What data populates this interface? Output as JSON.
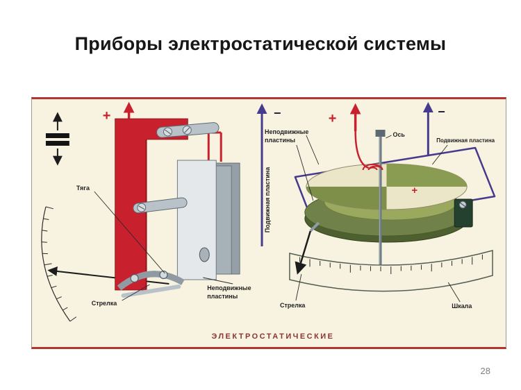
{
  "slide": {
    "title": "Приборы электростатической системы",
    "page_number": "28"
  },
  "figure": {
    "caption": "ЭЛЕКТРОСТАТИЧЕСКИЕ",
    "signs": {
      "plus": "+",
      "minus": "−"
    },
    "left": {
      "tyaga": "Тяга",
      "strelka": "Стрелка",
      "fixed_line1": "Неподвижные",
      "fixed_line2": "пластины",
      "movable_vertical": "Подвижная пластина"
    },
    "right": {
      "fixed_line1": "Неподвижные",
      "fixed_line2": "пластины",
      "axis": "Ось",
      "movable": "Подвижная пластина",
      "strelka": "Стрелка",
      "shkala": "Шкала"
    },
    "colors": {
      "accent_red": "#c8202c",
      "accent_purple": "#463a8c",
      "background": "#f7f3e0",
      "plate_olive": "#7d8f48",
      "caption_color": "#8a3434"
    }
  }
}
